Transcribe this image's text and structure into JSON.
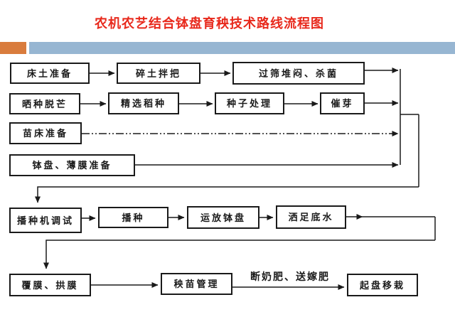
{
  "slide": {
    "title": "农机农艺结合钵盘育秧技术路线流程图",
    "colors": {
      "title_red": "#e8291c",
      "accent_orange": "#d97c3d",
      "accent_blue": "#97b6d2",
      "line_black": "#1a1a1a",
      "node_fill": "#ffffff"
    }
  },
  "flowchart": {
    "nodes": [
      {
        "id": "bed-soil-prep",
        "label": "床土准备"
      },
      {
        "id": "crush-soil-mix",
        "label": "碎土拌把"
      },
      {
        "id": "sieve-pile-sterilize",
        "label": "过筛堆闷、杀菌"
      },
      {
        "id": "sun-seed-deawn",
        "label": "晒种脱芒"
      },
      {
        "id": "select-rice-seed",
        "label": "精选稻种"
      },
      {
        "id": "seed-treatment",
        "label": "种子处理"
      },
      {
        "id": "germination",
        "label": "催芽"
      },
      {
        "id": "seedbed-prep",
        "label": "苗床准备"
      },
      {
        "id": "tray-film-prep",
        "label": "钵盘、薄膜准备"
      },
      {
        "id": "seeder-adjust",
        "label": "播种机调试"
      },
      {
        "id": "sowing",
        "label": "播种"
      },
      {
        "id": "place-trays",
        "label": "运放钵盘"
      },
      {
        "id": "water-base",
        "label": "洒足底水"
      },
      {
        "id": "cover-arch-film",
        "label": "覆膜、拱膜"
      },
      {
        "id": "seedling-management",
        "label": "秧苗管理"
      },
      {
        "id": "lift-transplant",
        "label": "起盘移栽"
      }
    ],
    "edge_labels": {
      "fertilizer": "断奶肥、送嫁肥"
    }
  }
}
